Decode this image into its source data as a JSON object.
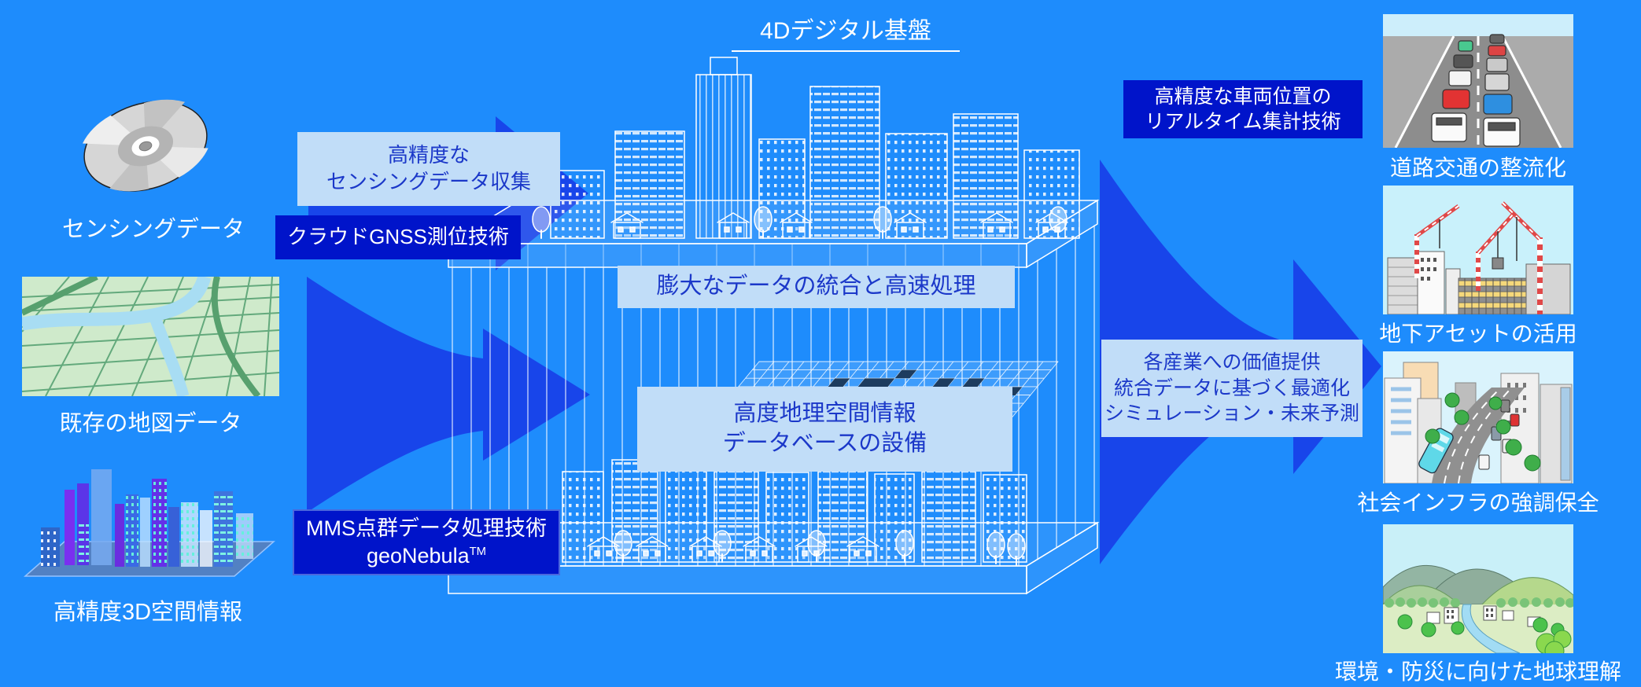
{
  "title": "4Dデジタル基盤",
  "colors": {
    "background": "#1e8cfc",
    "arrow": "#1845ea",
    "box_dark": "#0014ca",
    "box_light": "#c1ddf8",
    "box_light_text": "#1b38c9",
    "text": "#ffffff",
    "grid_block": "#1d3c5f"
  },
  "sources": [
    {
      "label": "センシングデータ",
      "image": "cd-disc"
    },
    {
      "label": "既存の地図データ",
      "image": "map"
    },
    {
      "label": "高精度3D空間情報",
      "image": "3d-city"
    }
  ],
  "left_flow": {
    "sensing_box": {
      "line1": "高精度な",
      "line2": "センシングデータ収集"
    },
    "gnss_box": "クラウドGNSS測位技術",
    "mms_box": {
      "line1": "MMS点群データ処理技術",
      "line2": "geoNebula",
      "superscript": "TM"
    }
  },
  "platform": {
    "top_label": "膨大なデータの統合と高速処理",
    "bottom_label": {
      "line1": "高度地理空間情報",
      "line2": "データベースの設備"
    }
  },
  "right_flow": {
    "realtime_box": {
      "line1": "高精度な車両位置の",
      "line2": "リアルタイム集計技術"
    },
    "value_box": {
      "line1": "各産業への価値提供",
      "line2": "統合データに基づく最適化",
      "line3": "シミュレーション・未来予測"
    }
  },
  "outcomes": [
    {
      "label": "道路交通の整流化",
      "image": "road-traffic"
    },
    {
      "label": "地下アセットの活用",
      "image": "construction-site"
    },
    {
      "label": "社会インフラの強調保全",
      "image": "urban-infrastructure"
    },
    {
      "label": "環境・防災に向けた地球理解",
      "image": "landscape"
    }
  ]
}
